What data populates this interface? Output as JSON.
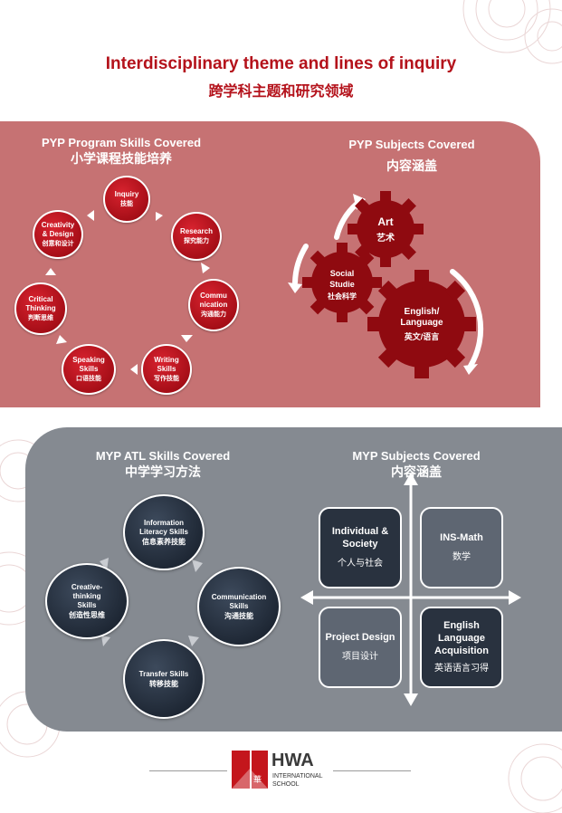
{
  "title": {
    "en": "Interdisciplinary theme and lines of inquiry",
    "cn": "跨学科主题和研究领域"
  },
  "pyp_skills": {
    "heading_en": "PYP Program Skills Covered",
    "heading_cn": "小学课程技能培养",
    "nodes": [
      {
        "en": "Inquiry",
        "cn": "技能"
      },
      {
        "en": "Research",
        "cn": "探究能力"
      },
      {
        "en": "Commu nication",
        "cn": "沟通能力"
      },
      {
        "en": "Writing Skills",
        "cn": "写作技能"
      },
      {
        "en": "Speaking Skills",
        "cn": "口语技能"
      },
      {
        "en": "Critical Thinking",
        "cn": "判断思维"
      },
      {
        "en": "Creativity & Design",
        "cn": "创意和设计"
      }
    ]
  },
  "pyp_subjects": {
    "heading_en": "PYP Subjects Covered",
    "heading_cn": "内容涵盖",
    "gears": [
      {
        "en": "Art",
        "cn": "艺术"
      },
      {
        "en": "Social Studie",
        "cn": "社会科学"
      },
      {
        "en": "English/ Language",
        "cn": "英文/语言"
      }
    ]
  },
  "myp_atl": {
    "heading_en": "MYP ATL Skills Covered",
    "heading_cn": "中学学习方法",
    "nodes": [
      {
        "en": "Information Literacy Skills",
        "cn": "信息素养技能"
      },
      {
        "en": "Communication Skills",
        "cn": "沟通技能"
      },
      {
        "en": "Transfer Skills",
        "cn": "转移技能"
      },
      {
        "en": "Creative-thinking Skills",
        "cn": "创造性思维"
      }
    ]
  },
  "myp_subjects": {
    "heading_en": "MYP Subjects Covered",
    "heading_cn": "内容涵盖",
    "quads": [
      {
        "en": "Individual & Society",
        "cn": "个人与社会"
      },
      {
        "en": "INS-Math",
        "cn": "数学"
      },
      {
        "en": "Project Design",
        "cn": "项目设计"
      },
      {
        "en": "English Language Acquisition",
        "cn": "英语语言习得"
      }
    ]
  },
  "logo": {
    "name": "HWA",
    "line1": "INTERNATIONAL",
    "line2": "SCHOOL",
    "mark_char": "華"
  },
  "colors": {
    "brand_red": "#b4121b",
    "pyp_band": "#c67273",
    "myp_band": "#858a91",
    "node_red": "#c0161f",
    "node_dark": "#1f2835"
  }
}
